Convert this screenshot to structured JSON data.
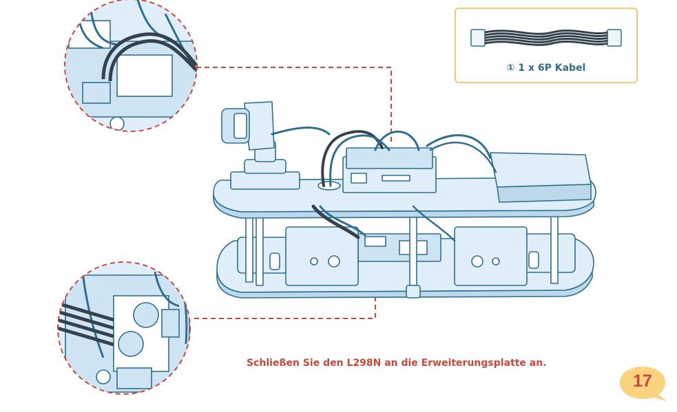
{
  "parts": {
    "label": "① 1 x 6P Kabel",
    "icon": "6p-cable-icon"
  },
  "instruction": "Schließen Sie den L298N an die Erweiterungsplatte an.",
  "page": {
    "number": "17"
  },
  "colors": {
    "line": "#2e6e8e",
    "fill": "#dfeef8",
    "fill_dark": "#bcd9ec",
    "callout": "#c9483c",
    "box_border": "#f3c779",
    "badge": "#fbd27e"
  }
}
